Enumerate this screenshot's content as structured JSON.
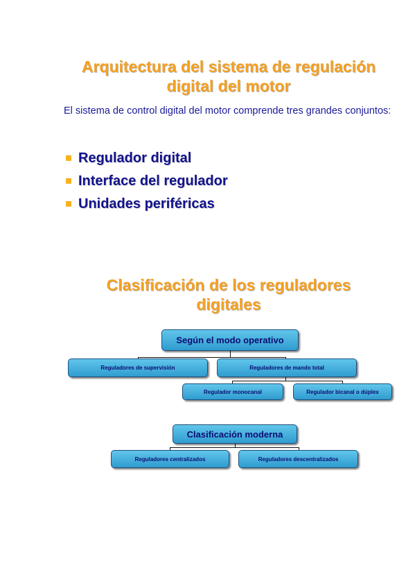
{
  "slide1": {
    "title_line1": "Arquitectura del sistema de regulación",
    "title_line2": "digital del motor",
    "intro": "El sistema de control digital del motor comprende tres grandes conjuntos:",
    "bullets": [
      "Regulador digital",
      "Interface del regulador",
      "Unidades periféricas"
    ]
  },
  "slide2": {
    "title_line1": "Clasificación de los reguladores",
    "title_line2": "digitales",
    "tree1": {
      "root": "Según el modo operativo",
      "supervision": "Reguladores de supervisión",
      "mando_total": "Reguladores de mando total",
      "monocanal": "Regulador monocanal",
      "bicanal": "Regulador bicanal o dúplex"
    },
    "tree2": {
      "root": "Clasificación moderna",
      "centralizados": "Reguladores centralizados",
      "descentralizados": "Reguladores descentralizados"
    }
  },
  "colors": {
    "title": "#f5a021",
    "text": "#1a1a9a",
    "bullet_marker": "#f6b321",
    "box_fill": "#4bb3e0",
    "box_border": "#1f4f7a"
  }
}
